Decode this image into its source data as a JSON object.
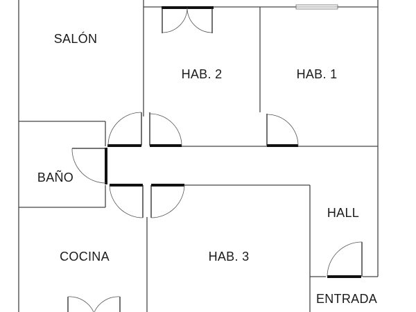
{
  "floor_plan": {
    "rooms": [
      {
        "id": "salon",
        "label": "SALÓN"
      },
      {
        "id": "hab2",
        "label": "HAB. 2"
      },
      {
        "id": "hab1",
        "label": "HAB. 1"
      },
      {
        "id": "bano",
        "label": "BAÑO"
      },
      {
        "id": "hall",
        "label": "HALL"
      },
      {
        "id": "cocina",
        "label": "COCINA"
      },
      {
        "id": "hab3",
        "label": "HAB. 3"
      },
      {
        "id": "entrada",
        "label": "ENTRADA"
      }
    ]
  },
  "colors": {
    "wall": "#444444",
    "door_frame": "#111111",
    "background": "#ffffff"
  }
}
